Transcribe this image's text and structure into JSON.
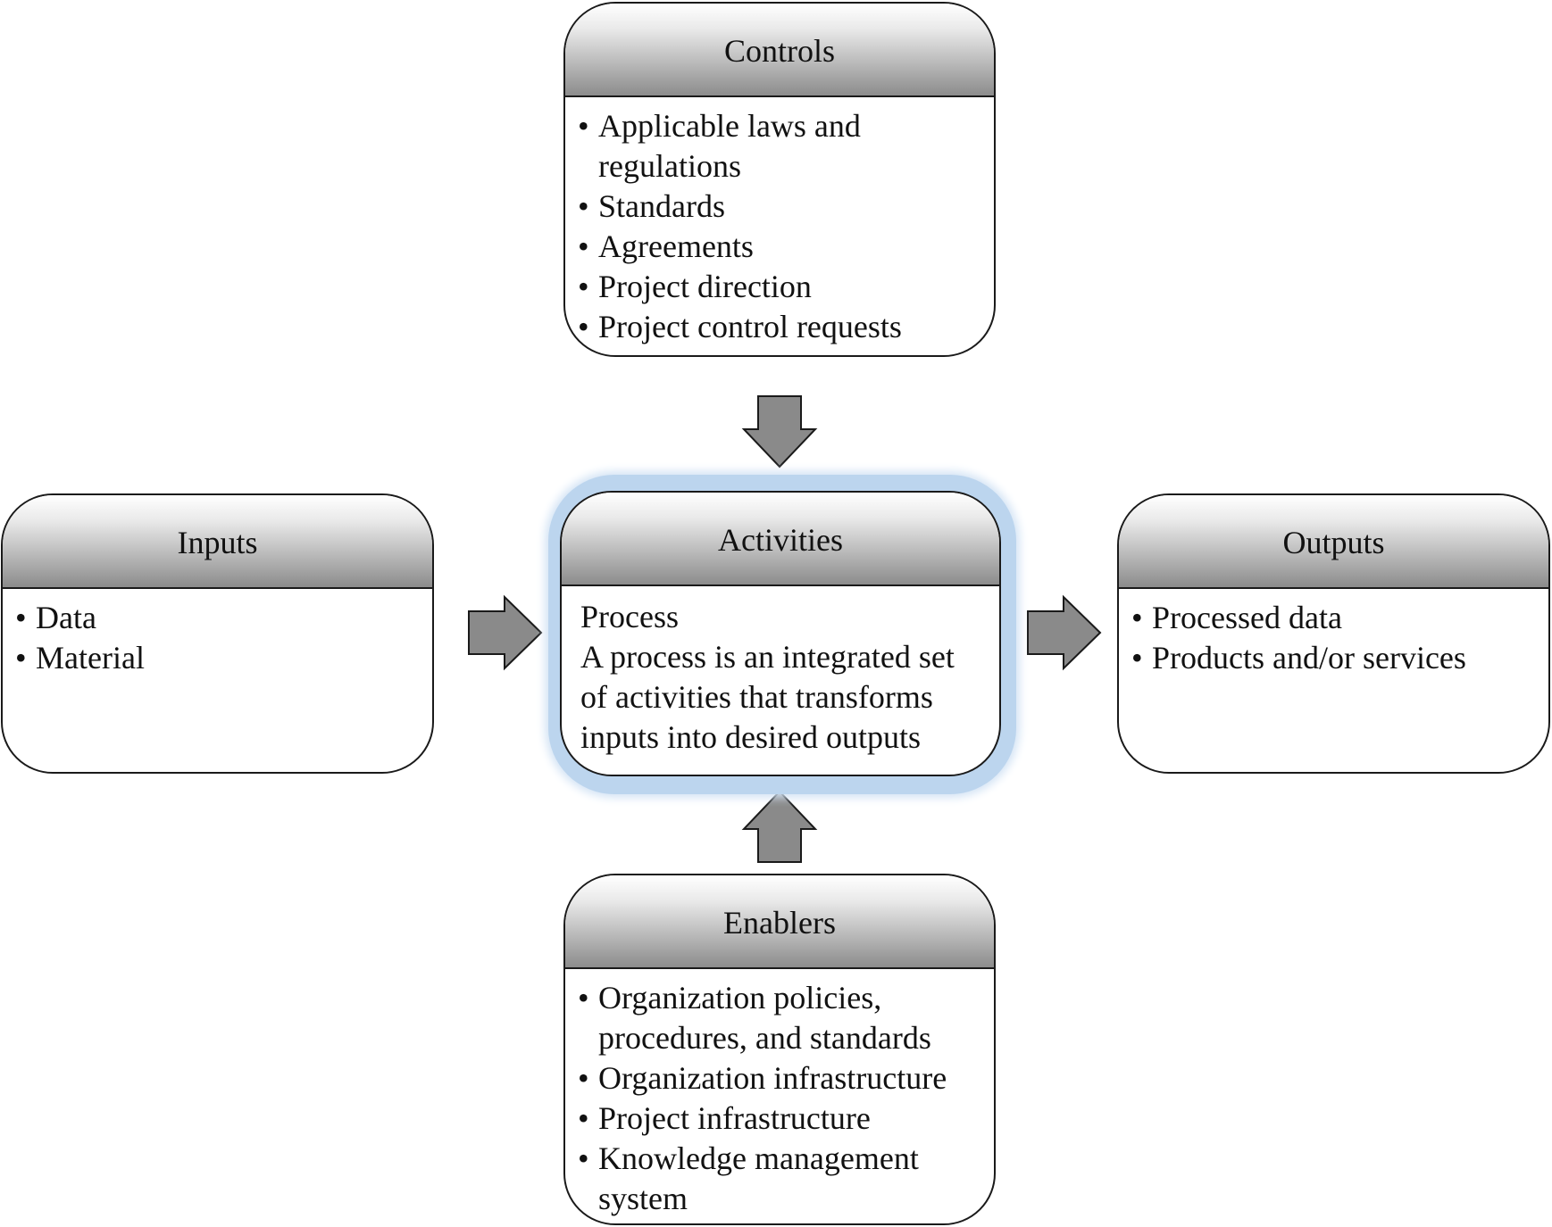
{
  "diagram": {
    "controls": {
      "title": "Controls",
      "items": [
        "Applicable laws and regulations",
        "Standards",
        "Agreements",
        "Project direction",
        "Project control requests"
      ]
    },
    "inputs": {
      "title": "Inputs",
      "items": [
        "Data",
        "Material"
      ]
    },
    "activities": {
      "title": "Activities",
      "heading": "Process",
      "description": "A process is an integrated set of activities that transforms inputs into desired outputs"
    },
    "outputs": {
      "title": "Outputs",
      "items": [
        "Processed data",
        "Products and/or services"
      ]
    },
    "enablers": {
      "title": "Enablers",
      "items": [
        "Organization policies, procedures, and standards",
        "Organization infrastructure",
        "Project infrastructure",
        "Knowledge management system"
      ]
    },
    "colors": {
      "arrow_fill": "#8a8a8a",
      "glow": "#bcd5ee"
    }
  }
}
